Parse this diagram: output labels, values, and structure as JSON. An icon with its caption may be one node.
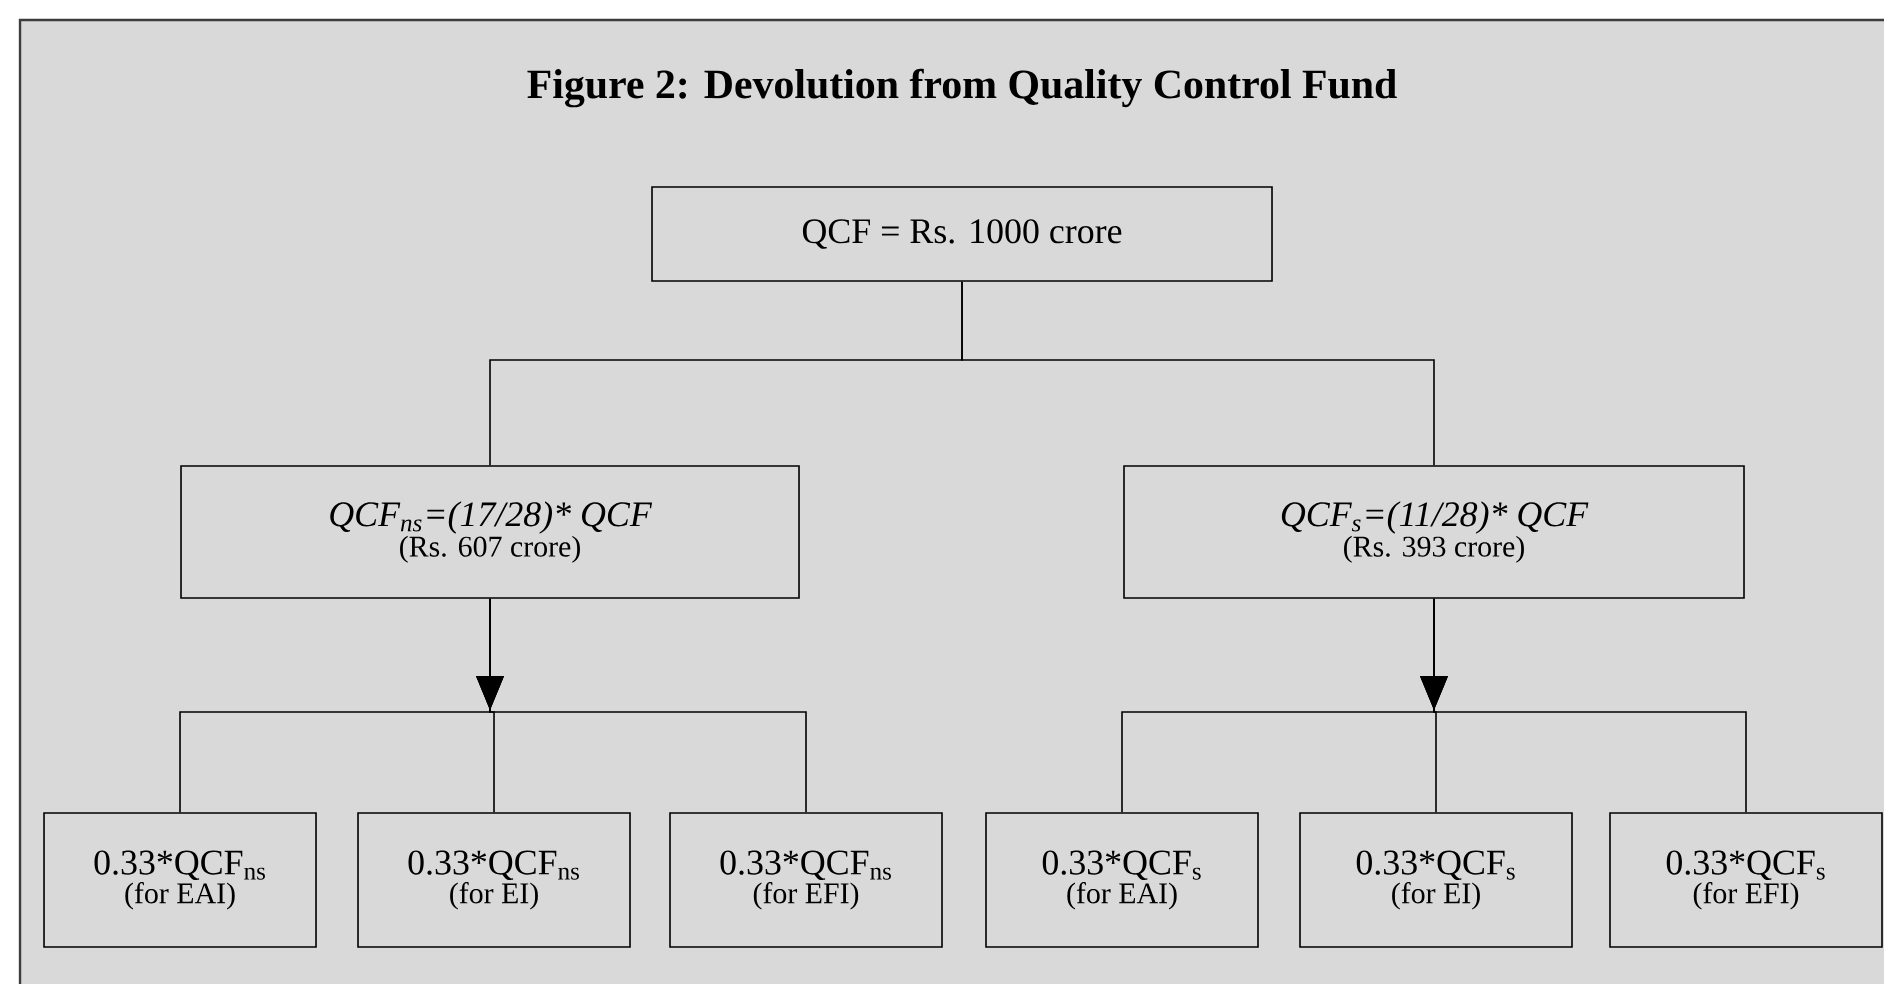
{
  "diagram": {
    "title": "Figure 2: Devolution from Quality Control Fund",
    "nodes": [
      {
        "text": [
          "QCF = Rs. 1000 crore"
        ]
      },
      {
        "text": [
          "QCF$_{ns}$=(17/28)* QCF",
          "(Rs. 607 crore)"
        ]
      },
      {
        "text": [
          "QCF$_{s}$=(11/28)* QCF",
          "(Rs. 393 crore)"
        ]
      },
      {
        "text": [
          "0.33*QCF$_{ns}$",
          "(for EAI)"
        ]
      },
      {
        "text": [
          "0.33*QCF$_{ns}$",
          "(for EI)"
        ]
      },
      {
        "text": [
          "0.33*QCF$_{ns}$",
          "(for EFI)"
        ]
      },
      {
        "text": [
          "0.33*QCF$_{s}$",
          "(for EAI)"
        ]
      },
      {
        "text": [
          "0.33*QCF$_{s}$",
          "(for EI)"
        ]
      },
      {
        "text": [
          "0.33*QCF$_{s}$",
          "(for EFI)"
        ]
      }
    ],
    "edges": [
      {
        "from": 0,
        "to": 1,
        "arrow": "none"
      },
      {
        "from": 0,
        "to": 2,
        "arrow": "none"
      },
      {
        "from": 1,
        "to": 3,
        "arrow": "to"
      },
      {
        "from": 1,
        "to": 4,
        "arrow": "to"
      },
      {
        "from": 1,
        "to": 5,
        "arrow": "to"
      },
      {
        "from": 2,
        "to": 6,
        "arrow": "to"
      },
      {
        "from": 2,
        "to": 7,
        "arrow": "to"
      },
      {
        "from": 2,
        "to": 8,
        "arrow": "to"
      }
    ]
  }
}
